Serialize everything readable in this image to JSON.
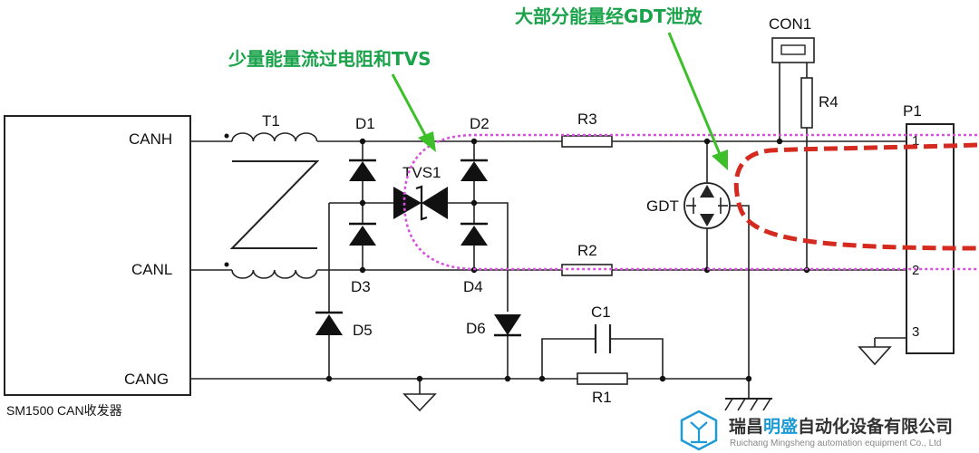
{
  "annotations": {
    "small_energy": "少量能量流过电阻和TVS",
    "large_energy": "大部分能量经GDT泄放"
  },
  "transceiver": {
    "label": "SM1500 CAN收发器",
    "pins": [
      "CANH",
      "CANL",
      "CANG"
    ]
  },
  "components": {
    "t1": "T1",
    "d1": "D1",
    "d2": "D2",
    "d3": "D3",
    "d4": "D4",
    "d5": "D5",
    "d6": "D6",
    "tvs1": "TVS1",
    "r1": "R1",
    "r2": "R2",
    "r3": "R3",
    "r4": "R4",
    "c1": "C1",
    "gdt": "GDT",
    "con1": "CON1",
    "p1": "P1"
  },
  "connector_pins": [
    "1",
    "2",
    "3"
  ],
  "logo": {
    "name_a": "瑞昌",
    "name_b": "明盛",
    "name_c": "自动化设备有限公司",
    "english": "Ruichang Mingsheng automation equipment Co., Ltd"
  },
  "colors": {
    "annotation_green": "#1aa34a",
    "path_magenta": "#d94fe0",
    "path_red": "#d42a1f",
    "logo_blue": "#1e9bd7",
    "logo_dark": "#333333"
  }
}
